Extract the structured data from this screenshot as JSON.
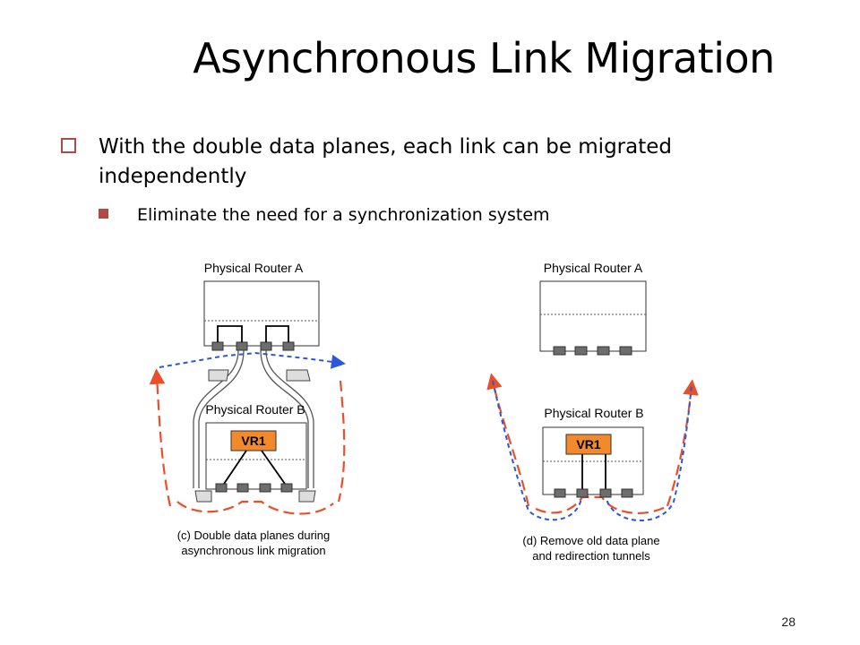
{
  "slide": {
    "title": "Asynchronous Link Migration",
    "bullet_main": "With the double data planes, each link can be migrated independently",
    "bullet_sub": "Eliminate the need for a synchronization system",
    "page_number": "28"
  },
  "diagram_left": {
    "router_a_label": "Physical Router A",
    "router_b_label": "Physical Router B",
    "vr_label": "VR1",
    "caption_line1": "(c) Double data planes during",
    "caption_line2": "asynchronous link migration"
  },
  "diagram_right": {
    "router_a_label": "Physical Router A",
    "router_b_label": "Physical Router B",
    "vr_label": "VR1",
    "caption_line1": "(d) Remove old data plane",
    "caption_line2": "and redirection tunnels"
  },
  "colors": {
    "accent_bullet": "#b04a42",
    "vr_fill": "#f28a2c",
    "red_path": "#e8502a",
    "blue_path": "#2a58d8",
    "port_fill": "#6d6d6d"
  }
}
